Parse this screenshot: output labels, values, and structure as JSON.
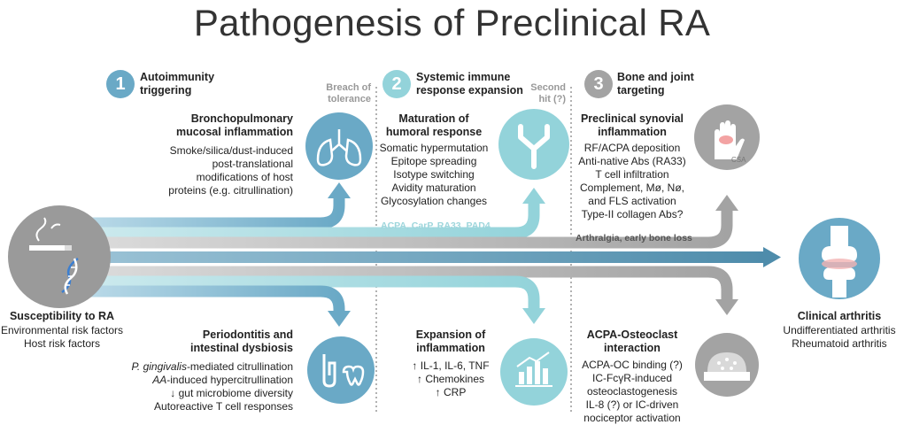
{
  "title": "Pathogenesis of Preclinical RA",
  "colors": {
    "blue": "#6aa9c6",
    "teal": "#93d3da",
    "gray": "#a3a3a3",
    "dark_blue": "#4e8cab"
  },
  "steps": [
    {
      "number": "1",
      "title_lines": [
        "Autoimmunity",
        "triggering"
      ],
      "color": "#6aa9c6"
    },
    {
      "number": "2",
      "title_lines": [
        "Systemic immune",
        "response expansion"
      ],
      "color": "#93d3da"
    },
    {
      "number": "3",
      "title_lines": [
        "Bone and joint",
        "targeting"
      ],
      "color": "#a3a3a3"
    }
  ],
  "hits": [
    {
      "lines": [
        "Breach of",
        "tolerance"
      ]
    },
    {
      "lines": [
        "Second",
        "hit (?)"
      ]
    }
  ],
  "top": [
    {
      "heading": [
        "Bronchopulmonary",
        "mucosal inflammation"
      ],
      "items": [
        "Smoke/silica/dust-induced",
        "post-translational",
        "modifications of host",
        "proteins (e.g. citrullination)"
      ],
      "icon": "lungs-icon"
    },
    {
      "heading": [
        "Maturation of",
        "humoral response"
      ],
      "items": [
        "Somatic hypermutation",
        "Epitope spreading",
        "Isotype switching",
        "Avidity maturation",
        "Glycosylation changes"
      ],
      "icon": "antibody-icon"
    },
    {
      "heading": [
        "Preclinical synovial",
        "inflammation"
      ],
      "items": [
        "RF/ACPA deposition",
        "Anti-native Abs (RA33)",
        "T cell infiltration",
        "Complement, Mø, Nø,",
        "and FLS activation",
        "Type-II collagen Abs?"
      ],
      "icon": "hand-icon",
      "icon_label": "CSA"
    }
  ],
  "bottom": [
    {
      "heading": [
        "Periodontitis and",
        "intestinal dysbiosis"
      ],
      "items": [
        {
          "italic": "P. gingivalis",
          "text": "-mediated citrullination"
        },
        {
          "italic": "AA",
          "text": "-induced hypercitrullination"
        },
        {
          "italic": "",
          "text": "↓ gut microbiome diversity"
        },
        {
          "italic": "",
          "text": "Autoreactive T cell responses"
        }
      ],
      "icon": "gut-tooth-icon"
    },
    {
      "heading": [
        "Expansion of",
        "inflammation"
      ],
      "items": [
        "↑ IL-1, IL-6, TNF",
        "↑ Chemokines",
        "↑ CRP"
      ],
      "icon": "chart-icon"
    },
    {
      "heading": [
        "ACPA-Osteoclast",
        "interaction"
      ],
      "items": [
        "ACPA-OC binding (?)",
        "IC-FcγR-induced",
        "osteoclastogenesis",
        "IL-8 (?) or IC-driven",
        "nociceptor activation"
      ],
      "icon": "osteoclast-icon"
    }
  ],
  "flow_labels": {
    "biomarkers": "ACPA, CarP, RA33, PAD4",
    "symptoms": "Arthralgia, early bone loss"
  },
  "susceptibility": {
    "heading": "Susceptibility to RA",
    "items": [
      "Environmental risk factors",
      "Host risk factors"
    ],
    "icon": "smoking-dna-icon"
  },
  "clinical": {
    "heading": "Clinical arthritis",
    "items": [
      "Undifferentiated arthritis",
      "Rheumatoid arthritis"
    ],
    "icon": "knee-joint-icon"
  }
}
